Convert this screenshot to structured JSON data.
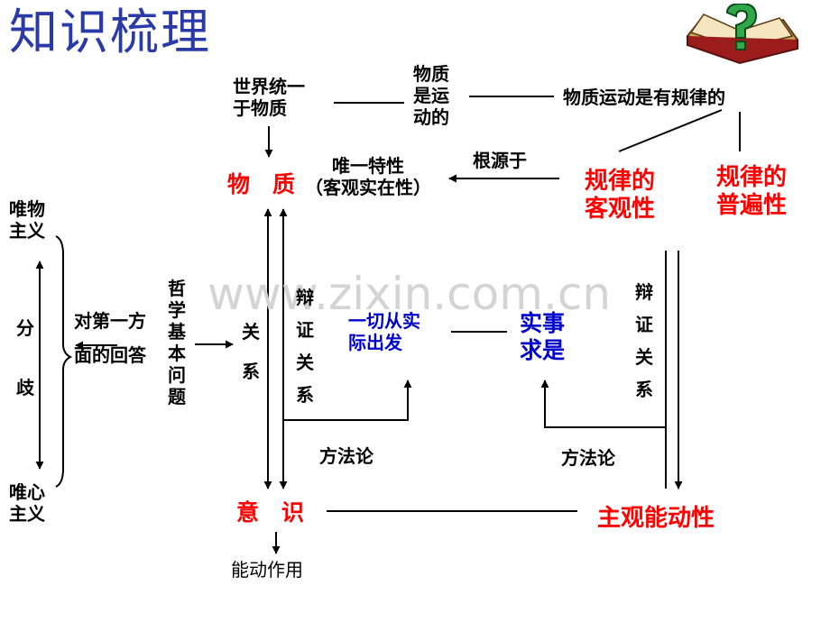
{
  "title": "知识梳理",
  "watermark": "www.zixin.com.cn",
  "icon": "book-question-icon",
  "colors": {
    "title": "#2a3aa8",
    "emphasis": "#ff0000",
    "practice": "#0000cc",
    "line": "#000000"
  },
  "nodes": {
    "world_unity_l1": "世界统一",
    "world_unity_l2": "于物质",
    "matter_motion_l1": "物质",
    "matter_motion_l2": "是运",
    "matter_motion_l3": "动的",
    "motion_has_law": "物质运动是有规律的",
    "uniqueness_l1": "唯一特性",
    "uniqueness_l2": "（客观实在性）",
    "originates_from": "根源于",
    "matter": "物　质",
    "law_objective_l1": "规律的",
    "law_objective_l2": "客观性",
    "law_universal_l1": "规律的",
    "law_universal_l2": "普遍性",
    "materialism_l1": "唯物",
    "materialism_l2": "主义",
    "divergence_1": "分",
    "divergence_2": "歧",
    "idealism_l1": "唯心",
    "idealism_l2": "主义",
    "answer_l1": "对第一方",
    "answer_l2": "面的回答",
    "basic_question": "哲学基本问题",
    "relation": "关系",
    "dialectical_left": "辩证关系",
    "dialectical_right": "辩证关系",
    "from_reality_l1": "一切从实",
    "from_reality_l2": "际出发",
    "seek_truth_l1": "实事",
    "seek_truth_l2": "求是",
    "methodology_left": "方法论",
    "methodology_right": "方法论",
    "consciousness": "意　识",
    "subjective_initiative": "主观能动性",
    "active_role": "能动作用"
  }
}
